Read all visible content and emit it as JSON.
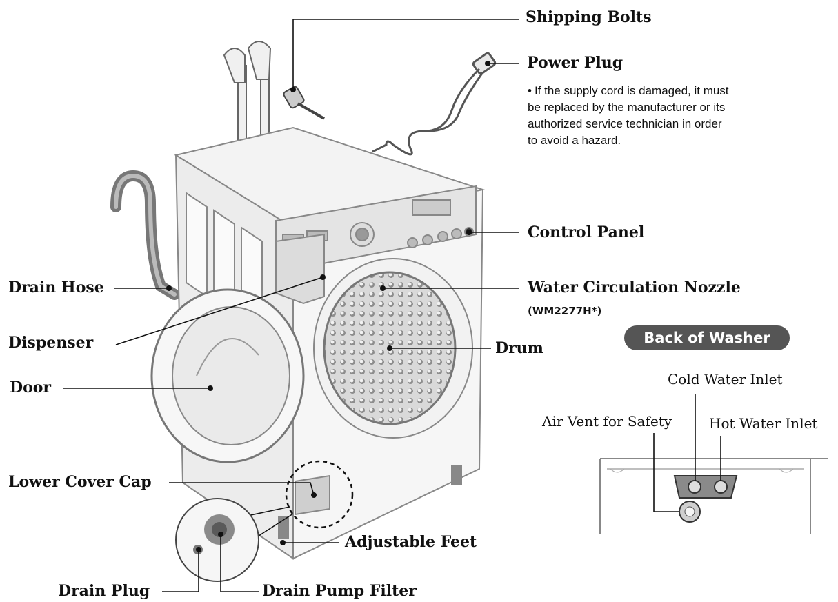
{
  "labels": {
    "shipping_bolts": "Shipping Bolts",
    "power_plug": "Power Plug",
    "power_plug_note": "If the supply cord is damaged, it must be replaced by the manufacturer or its authorized service technician in order to avoid a hazard.",
    "control_panel": "Control Panel",
    "drain_hose": "Drain Hose",
    "water_circulation_nozzle": "Water Circulation Nozzle",
    "nozzle_model": "(WM2277H*)",
    "dispenser": "Dispenser",
    "drum": "Drum",
    "door": "Door",
    "lower_cover_cap": "Lower Cover Cap",
    "adjustable_feet": "Adjustable Feet",
    "drain_plug": "Drain Plug",
    "drain_pump_filter": "Drain Pump Filter"
  },
  "back_panel": {
    "title": "Back of Washer",
    "cold_water_inlet": "Cold Water Inlet",
    "air_vent": "Air Vent for Safety",
    "hot_water_inlet": "Hot Water Inlet"
  }
}
